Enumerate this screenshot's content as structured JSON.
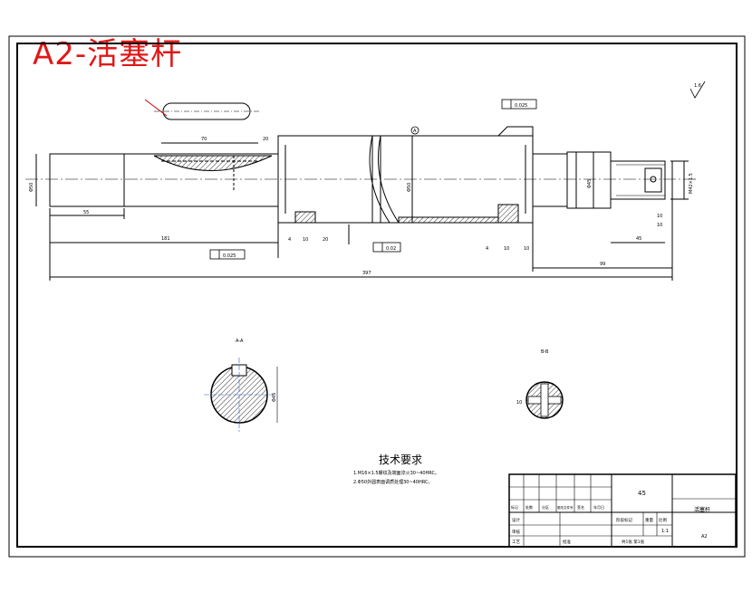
{
  "drawing": {
    "title": "A2-活塞杆",
    "main_dimensions": {
      "overall_length": "397",
      "left_segment": "181",
      "right_segment": "99",
      "keyway_length": "70",
      "left_end_length": "55",
      "left_shoulder": "20",
      "thread_length": "45",
      "small_dims": [
        "4",
        "10",
        "20",
        "10",
        "10",
        "4",
        "10",
        "10"
      ],
      "dia_left": "Φ50",
      "dia_center": "Φ50",
      "dia_right": "Φ45",
      "dia_thread": "M42×1.5"
    },
    "tolerance_frames": [
      "0.025",
      "0.025",
      "0.02"
    ],
    "datum_label": "A",
    "surface_finish": "1.6",
    "section_aa": {
      "label": "A-A",
      "dim": "Φ45"
    },
    "section_bb": {
      "label": "B-B",
      "dim": "10"
    },
    "tech_requirements": {
      "heading": "技术要求",
      "items": [
        "1.M16×1.5螺纹及端面淬火30~40HRC。",
        "2.Φ50外圆表面调质处理30~40HRC。"
      ]
    },
    "title_block": {
      "material": "45",
      "part_name": "活塞杆",
      "drawing_no": "A2",
      "scale": "1:1",
      "sheet_info": "共1张 第1张",
      "row_labels": [
        "标记",
        "处数",
        "分区",
        "更改文件号",
        "签名",
        "年月日"
      ],
      "design_label": "设计",
      "stage_label": "阶段标记",
      "weight_label": "重量",
      "scale_label": "比例",
      "check_label": "审核",
      "process_label": "工艺",
      "approve_label": "批准"
    }
  },
  "colors": {
    "title_red": "#e01818",
    "line": "#000000",
    "center_line_blue": "#2a5bd7"
  }
}
